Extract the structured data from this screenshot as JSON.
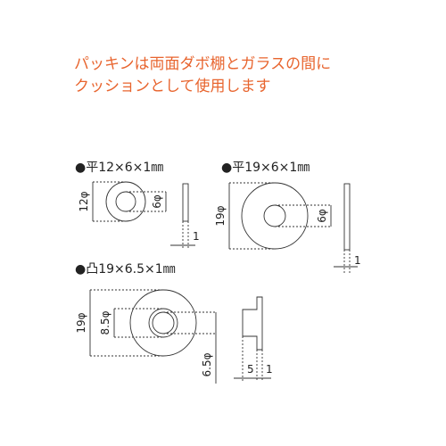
{
  "note": {
    "line1": "パッキンは両面ダボ棚とガラスの間に",
    "line2": "クッションとして使用します"
  },
  "parts": [
    {
      "label": "●平12×6×1㎜",
      "outer_dim": "12φ",
      "inner_dim": "6φ",
      "thickness_dim": "1"
    },
    {
      "label": "●平19×6×1㎜",
      "outer_dim": "19φ",
      "inner_dim": "6φ",
      "thickness_dim": "1"
    },
    {
      "label": "●凸19×6.5×1㎜",
      "outer_dim": "19φ",
      "boss_dim": "8.5φ",
      "hole_dim": "6.5φ",
      "boss_height_dim": "5",
      "thickness_dim": "1"
    }
  ],
  "colors": {
    "note": "#e8652f",
    "line": "#333333",
    "text": "#222222"
  }
}
